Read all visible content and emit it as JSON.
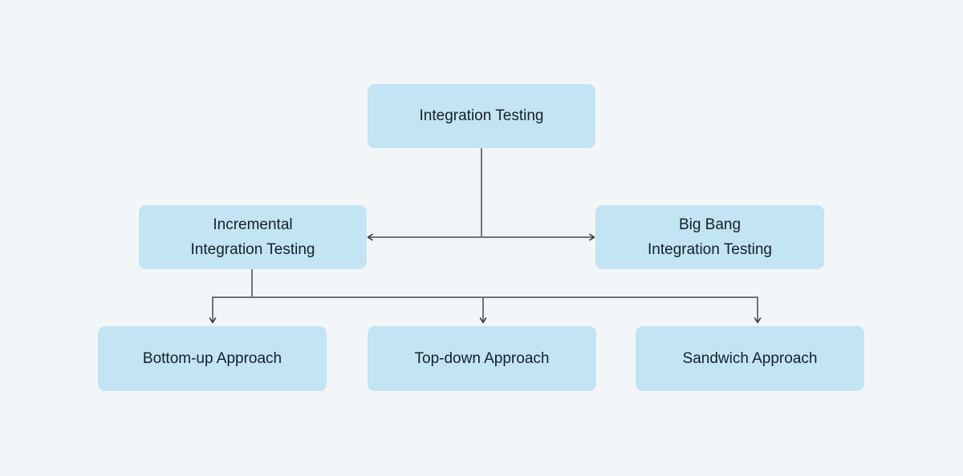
{
  "colors": {
    "background": "#f3f6f8",
    "node_fill": "#c3e4f2",
    "node_text": "#14202b",
    "connector": "#70757a",
    "arrowhead": "#2e3236"
  },
  "diagram": {
    "nodes": {
      "integration_testing": {
        "label": "Integration Testing"
      },
      "incremental": {
        "label": [
          "Incremental",
          "Integration Testing"
        ]
      },
      "big_bang": {
        "label": [
          "Big Bang",
          "Integration Testing"
        ]
      },
      "bottom_up": {
        "label": "Bottom-up Approach"
      },
      "top_down": {
        "label": "Top-down Approach"
      },
      "sandwich": {
        "label": "Sandwich Approach"
      }
    },
    "edges": [
      {
        "from": "integration_testing",
        "to": "incremental"
      },
      {
        "from": "integration_testing",
        "to": "big_bang"
      },
      {
        "from": "incremental",
        "to": "bottom_up"
      },
      {
        "from": "incremental",
        "to": "top_down"
      },
      {
        "from": "incremental",
        "to": "sandwich"
      }
    ]
  }
}
